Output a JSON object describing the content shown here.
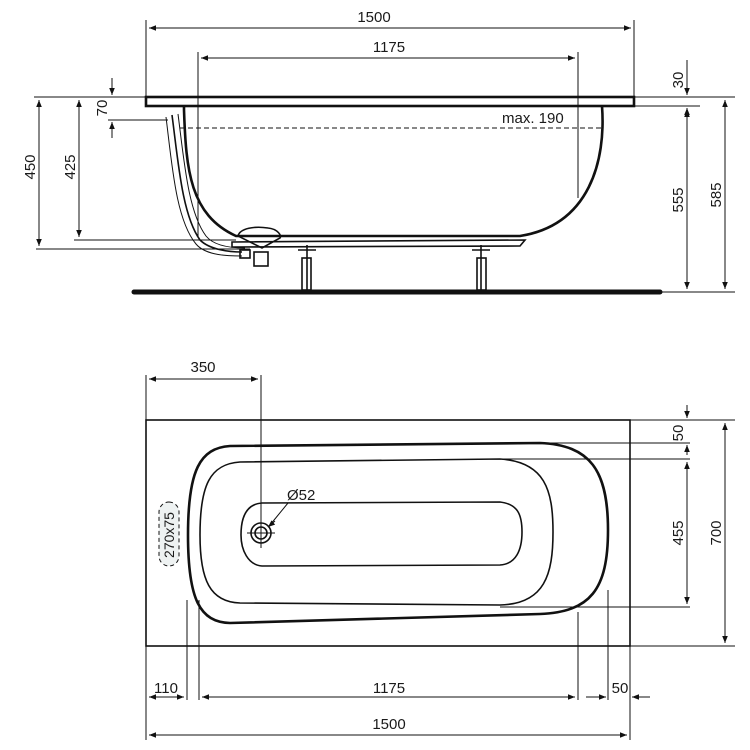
{
  "drawing": {
    "subject": "Bathtub technical dimension drawing",
    "units": "mm",
    "line_color": "#111111",
    "background": "#ffffff"
  },
  "side_view": {
    "overall_length": "1500",
    "inner_length": "1175",
    "rim_thickness": "30",
    "overflow_offset": "70",
    "total_height": "450",
    "inner_height": "425",
    "water_level": "max. 190",
    "depth_inner": "555",
    "height_to_floor": "585"
  },
  "top_view": {
    "drain_offset": "350",
    "drain_diameter": "Ø52",
    "cutout": "270x75",
    "rim_top": "50",
    "inner_width": "455",
    "overall_width": "700",
    "left_rim": "110",
    "inner_length": "1175",
    "right_rim": "50",
    "overall_length": "1500"
  }
}
